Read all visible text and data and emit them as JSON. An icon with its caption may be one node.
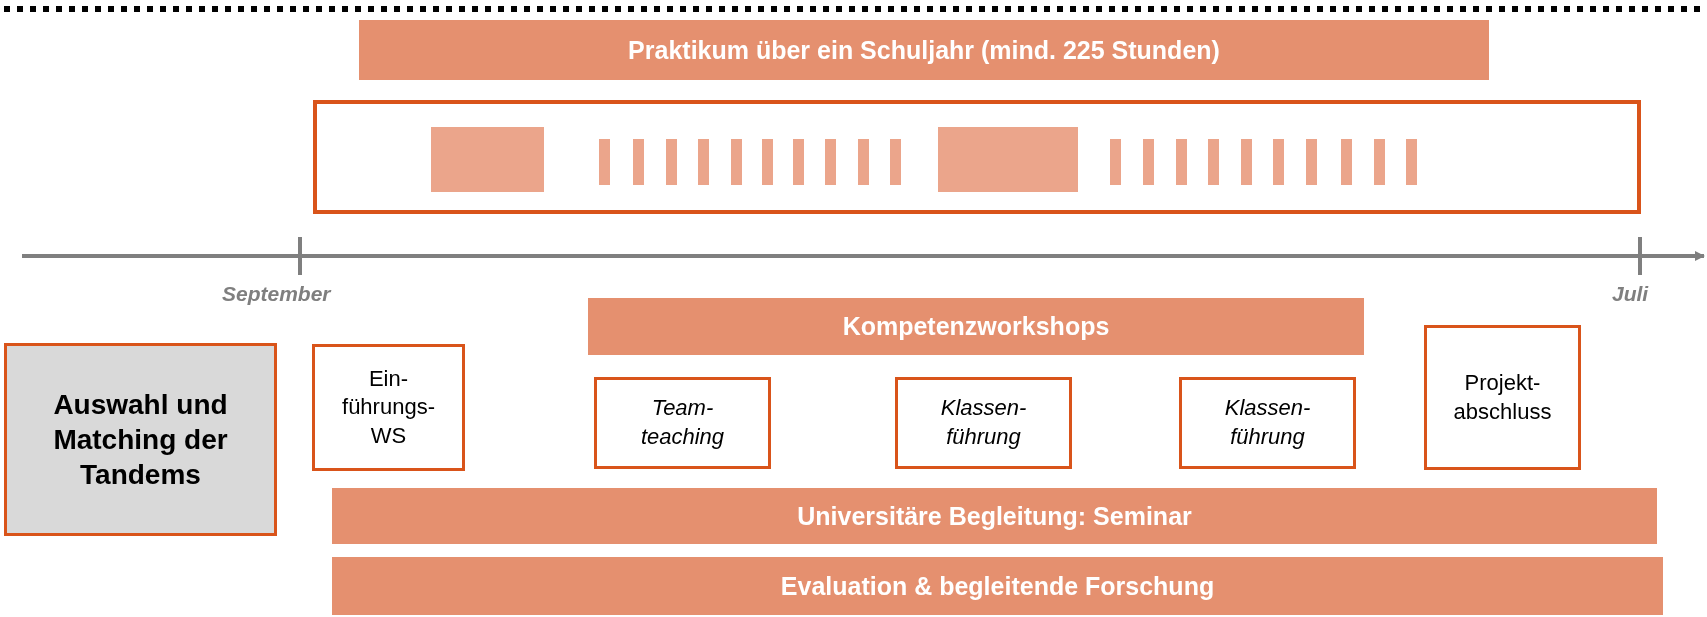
{
  "diagram": {
    "nodes": [
      {
        "text": [
          "Praktikum über ein Schuljahr (mind. 225 Stunden)"
        ]
      },
      {
        "text": [
          "Kompetenzworkshops"
        ]
      },
      {
        "text": [
          "Auswahl und Matching der Tandems"
        ]
      },
      {
        "text": [
          "Ein- führungs- WS"
        ]
      },
      {
        "text": [
          "Team- teaching"
        ]
      },
      {
        "text": [
          "Klassen- führung"
        ]
      },
      {
        "text": [
          "Klassen- führung"
        ]
      },
      {
        "text": [
          "Projekt- abschluss"
        ]
      },
      {
        "text": [
          "Universitäre Begleitung: Seminar"
        ]
      },
      {
        "text": [
          "Evaluation & begleitende Forschung"
        ]
      }
    ],
    "edges": [],
    "labels": [
      "September",
      "Juli"
    ]
  }
}
